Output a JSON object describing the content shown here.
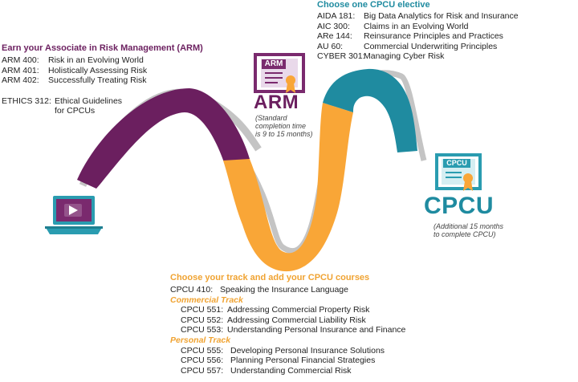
{
  "arm_section": {
    "heading": "Earn your Associate in Risk Management (ARM)",
    "courses": [
      {
        "code": "ARM 400:",
        "title": "Risk in an Evolving World"
      },
      {
        "code": "ARM 401:",
        "title": "Holistically Assessing Risk"
      },
      {
        "code": "ARM 402:",
        "title": "Successfully Treating Risk"
      }
    ],
    "ethics": {
      "code": "ETHICS 312:",
      "title_line1": "Ethical Guidelines",
      "title_line2": "for CPCUs"
    }
  },
  "elective_section": {
    "heading": "Choose one CPCU elective",
    "courses": [
      {
        "code": "AIDA 181:",
        "title": "Big Data Analytics for Risk and Insurance"
      },
      {
        "code": "AIC 300:",
        "title": "Claims in an Evolving World"
      },
      {
        "code": "ARe 144:",
        "title": "Reinsurance Principles and Practices"
      },
      {
        "code": "AU 60:",
        "title": "Commercial Underwriting Principles"
      },
      {
        "code": "CYBER 301:",
        "title": "Managing Cyber Risk"
      }
    ]
  },
  "arm_badge": {
    "cert_label": "ARM",
    "big_label": "ARM",
    "note_lines": [
      "(Standard",
      "completion time",
      "is 9 to 15 months)"
    ]
  },
  "cpcu_badge": {
    "cert_label": "CPCU",
    "big_label": "CPCU",
    "note_lines": [
      "(Additional 15 months",
      "to complete CPCU)"
    ]
  },
  "track_section": {
    "heading": "Choose your track and add your CPCU courses",
    "core": {
      "code": "CPCU 410:",
      "title": "Speaking the Insurance Language"
    },
    "commercial": {
      "label": "Commercial Track",
      "courses": [
        {
          "code": "CPCU 551:",
          "title": "Addressing Commercial Property Risk"
        },
        {
          "code": "CPCU 552:",
          "title": "Addressing Commercial Liability Risk"
        },
        {
          "code": "CPCU 553:",
          "title": "Understanding Personal Insurance and Finance"
        }
      ]
    },
    "personal": {
      "label": "Personal Track",
      "courses": [
        {
          "code": "CPCU 555:",
          "title": "Developing Personal Insurance Solutions"
        },
        {
          "code": "CPCU 556:",
          "title": "Planning Personal Financial Strategies"
        },
        {
          "code": "CPCU 557:",
          "title": "Understanding Commercial Risk"
        }
      ]
    }
  },
  "colors": {
    "purple": "#6b1f5f",
    "orange": "#f9a637",
    "teal": "#1f8ba0",
    "track_label": "#f0a332",
    "shadow": "#c4c4c4",
    "laptop_screen": "#7a2a6e",
    "laptop_base": "#2a9cb0"
  },
  "icons": {
    "start": "laptop-video-icon",
    "arm_cert": "certificate-icon",
    "cpcu_cert": "certificate-icon"
  }
}
